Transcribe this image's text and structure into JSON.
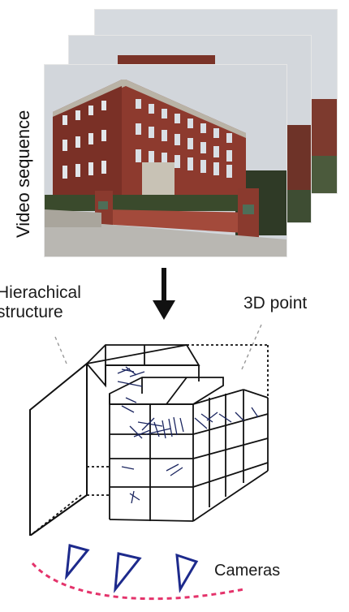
{
  "video_label": "Video sequence",
  "hier_label_line1": "Hierachical",
  "hier_label_line2": "structure",
  "point_label": "3D point",
  "cameras_label": "Cameras",
  "colors": {
    "camera": "#1d2a8c",
    "trajectory": "#e4336b",
    "brick": "#8f3b2f",
    "sky": "#cfd3d8"
  },
  "icons": [
    "down-arrow-icon"
  ]
}
